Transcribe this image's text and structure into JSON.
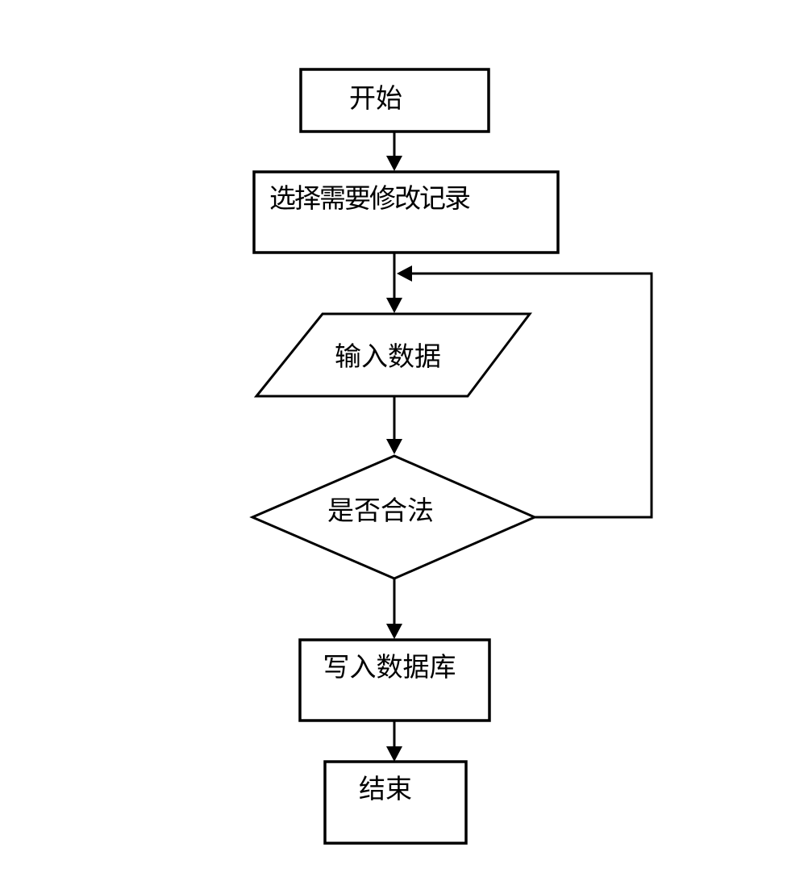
{
  "diagram": {
    "type": "flowchart",
    "title": "",
    "background_color": "#ffffff",
    "line_color": "#000000",
    "text_color": "#000000",
    "nodes": [
      {
        "id": "start",
        "shape": "rectangle",
        "label": "开始"
      },
      {
        "id": "select-record",
        "shape": "rectangle",
        "label": "选择需要修改记录"
      },
      {
        "id": "input-data",
        "shape": "parallelogram",
        "label": "输入数据"
      },
      {
        "id": "validate",
        "shape": "diamond",
        "label": "是否合法"
      },
      {
        "id": "write-db",
        "shape": "rectangle",
        "label": "写入数据库"
      },
      {
        "id": "end",
        "shape": "rectangle",
        "label": "结束"
      }
    ],
    "edges": [
      {
        "from": "start",
        "to": "select-record",
        "label": ""
      },
      {
        "from": "select-record",
        "to": "input-data",
        "label": ""
      },
      {
        "from": "input-data",
        "to": "validate",
        "label": ""
      },
      {
        "from": "validate",
        "to": "input-data",
        "label": "",
        "kind": "feedback-loop-right"
      },
      {
        "from": "validate",
        "to": "write-db",
        "label": ""
      },
      {
        "from": "write-db",
        "to": "end",
        "label": ""
      }
    ]
  }
}
